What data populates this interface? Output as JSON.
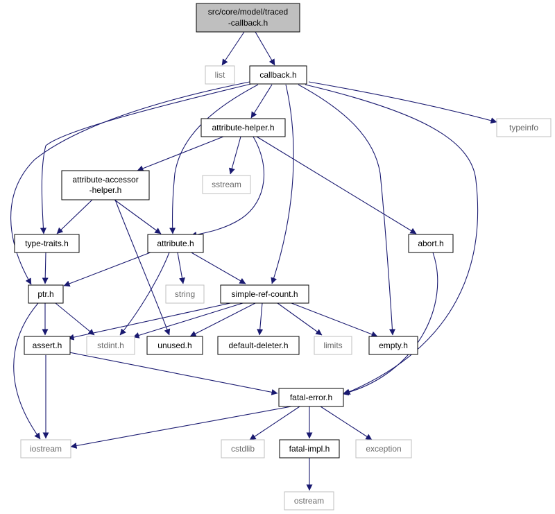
{
  "colors": {
    "edge": "#191970",
    "root_fill": "#bfbfbf",
    "box_border": "#000000",
    "system_border": "#bfbfbf",
    "system_text": "#6b6b6b"
  },
  "nodes": {
    "root": {
      "lines": [
        "src/core/model/traced",
        "-callback.h"
      ],
      "kind": "root"
    },
    "list": {
      "lines": [
        "list"
      ],
      "kind": "system"
    },
    "callback": {
      "lines": [
        "callback.h"
      ],
      "kind": "header"
    },
    "attribute_helper": {
      "lines": [
        "attribute-helper.h"
      ],
      "kind": "header"
    },
    "typeinfo": {
      "lines": [
        "typeinfo"
      ],
      "kind": "system"
    },
    "attribute_accessor_helper": {
      "lines": [
        "attribute-accessor",
        "-helper.h"
      ],
      "kind": "header"
    },
    "sstream": {
      "lines": [
        "sstream"
      ],
      "kind": "system"
    },
    "type_traits": {
      "lines": [
        "type-traits.h"
      ],
      "kind": "header"
    },
    "attribute": {
      "lines": [
        "attribute.h"
      ],
      "kind": "header"
    },
    "abort": {
      "lines": [
        "abort.h"
      ],
      "kind": "header"
    },
    "ptr": {
      "lines": [
        "ptr.h"
      ],
      "kind": "header"
    },
    "string": {
      "lines": [
        "string"
      ],
      "kind": "system"
    },
    "simple_ref_count": {
      "lines": [
        "simple-ref-count.h"
      ],
      "kind": "header"
    },
    "assert": {
      "lines": [
        "assert.h"
      ],
      "kind": "header"
    },
    "stdint": {
      "lines": [
        "stdint.h"
      ],
      "kind": "system"
    },
    "unused": {
      "lines": [
        "unused.h"
      ],
      "kind": "header"
    },
    "default_deleter": {
      "lines": [
        "default-deleter.h"
      ],
      "kind": "header"
    },
    "limits": {
      "lines": [
        "limits"
      ],
      "kind": "system"
    },
    "empty": {
      "lines": [
        "empty.h"
      ],
      "kind": "header"
    },
    "fatal_error": {
      "lines": [
        "fatal-error.h"
      ],
      "kind": "header"
    },
    "iostream": {
      "lines": [
        "iostream"
      ],
      "kind": "system"
    },
    "cstdlib": {
      "lines": [
        "cstdlib"
      ],
      "kind": "system"
    },
    "fatal_impl": {
      "lines": [
        "fatal-impl.h"
      ],
      "kind": "header"
    },
    "exception": {
      "lines": [
        "exception"
      ],
      "kind": "system"
    },
    "ostream": {
      "lines": [
        "ostream"
      ],
      "kind": "system"
    }
  },
  "edges": [
    [
      "root",
      "list"
    ],
    [
      "root",
      "callback"
    ],
    [
      "callback",
      "attribute_helper"
    ],
    [
      "callback",
      "typeinfo"
    ],
    [
      "callback",
      "type_traits"
    ],
    [
      "callback",
      "attribute"
    ],
    [
      "callback",
      "ptr"
    ],
    [
      "callback",
      "simple_ref_count"
    ],
    [
      "callback",
      "empty"
    ],
    [
      "callback",
      "fatal_error"
    ],
    [
      "attribute_helper",
      "attribute_accessor_helper"
    ],
    [
      "attribute_helper",
      "sstream"
    ],
    [
      "attribute_helper",
      "attribute"
    ],
    [
      "attribute_helper",
      "abort"
    ],
    [
      "attribute_accessor_helper",
      "type_traits"
    ],
    [
      "attribute_accessor_helper",
      "attribute"
    ],
    [
      "attribute_accessor_helper",
      "unused"
    ],
    [
      "type_traits",
      "ptr"
    ],
    [
      "attribute",
      "ptr"
    ],
    [
      "attribute",
      "string"
    ],
    [
      "attribute",
      "simple_ref_count"
    ],
    [
      "attribute",
      "stdint"
    ],
    [
      "abort",
      "fatal_error"
    ],
    [
      "ptr",
      "assert"
    ],
    [
      "ptr",
      "stdint"
    ],
    [
      "ptr",
      "iostream"
    ],
    [
      "simple_ref_count",
      "assert"
    ],
    [
      "simple_ref_count",
      "stdint"
    ],
    [
      "simple_ref_count",
      "unused"
    ],
    [
      "simple_ref_count",
      "default_deleter"
    ],
    [
      "simple_ref_count",
      "limits"
    ],
    [
      "simple_ref_count",
      "empty"
    ],
    [
      "assert",
      "iostream"
    ],
    [
      "assert",
      "fatal_error"
    ],
    [
      "fatal_error",
      "iostream"
    ],
    [
      "fatal_error",
      "cstdlib"
    ],
    [
      "fatal_error",
      "fatal_impl"
    ],
    [
      "fatal_error",
      "exception"
    ],
    [
      "fatal_impl",
      "ostream"
    ]
  ]
}
